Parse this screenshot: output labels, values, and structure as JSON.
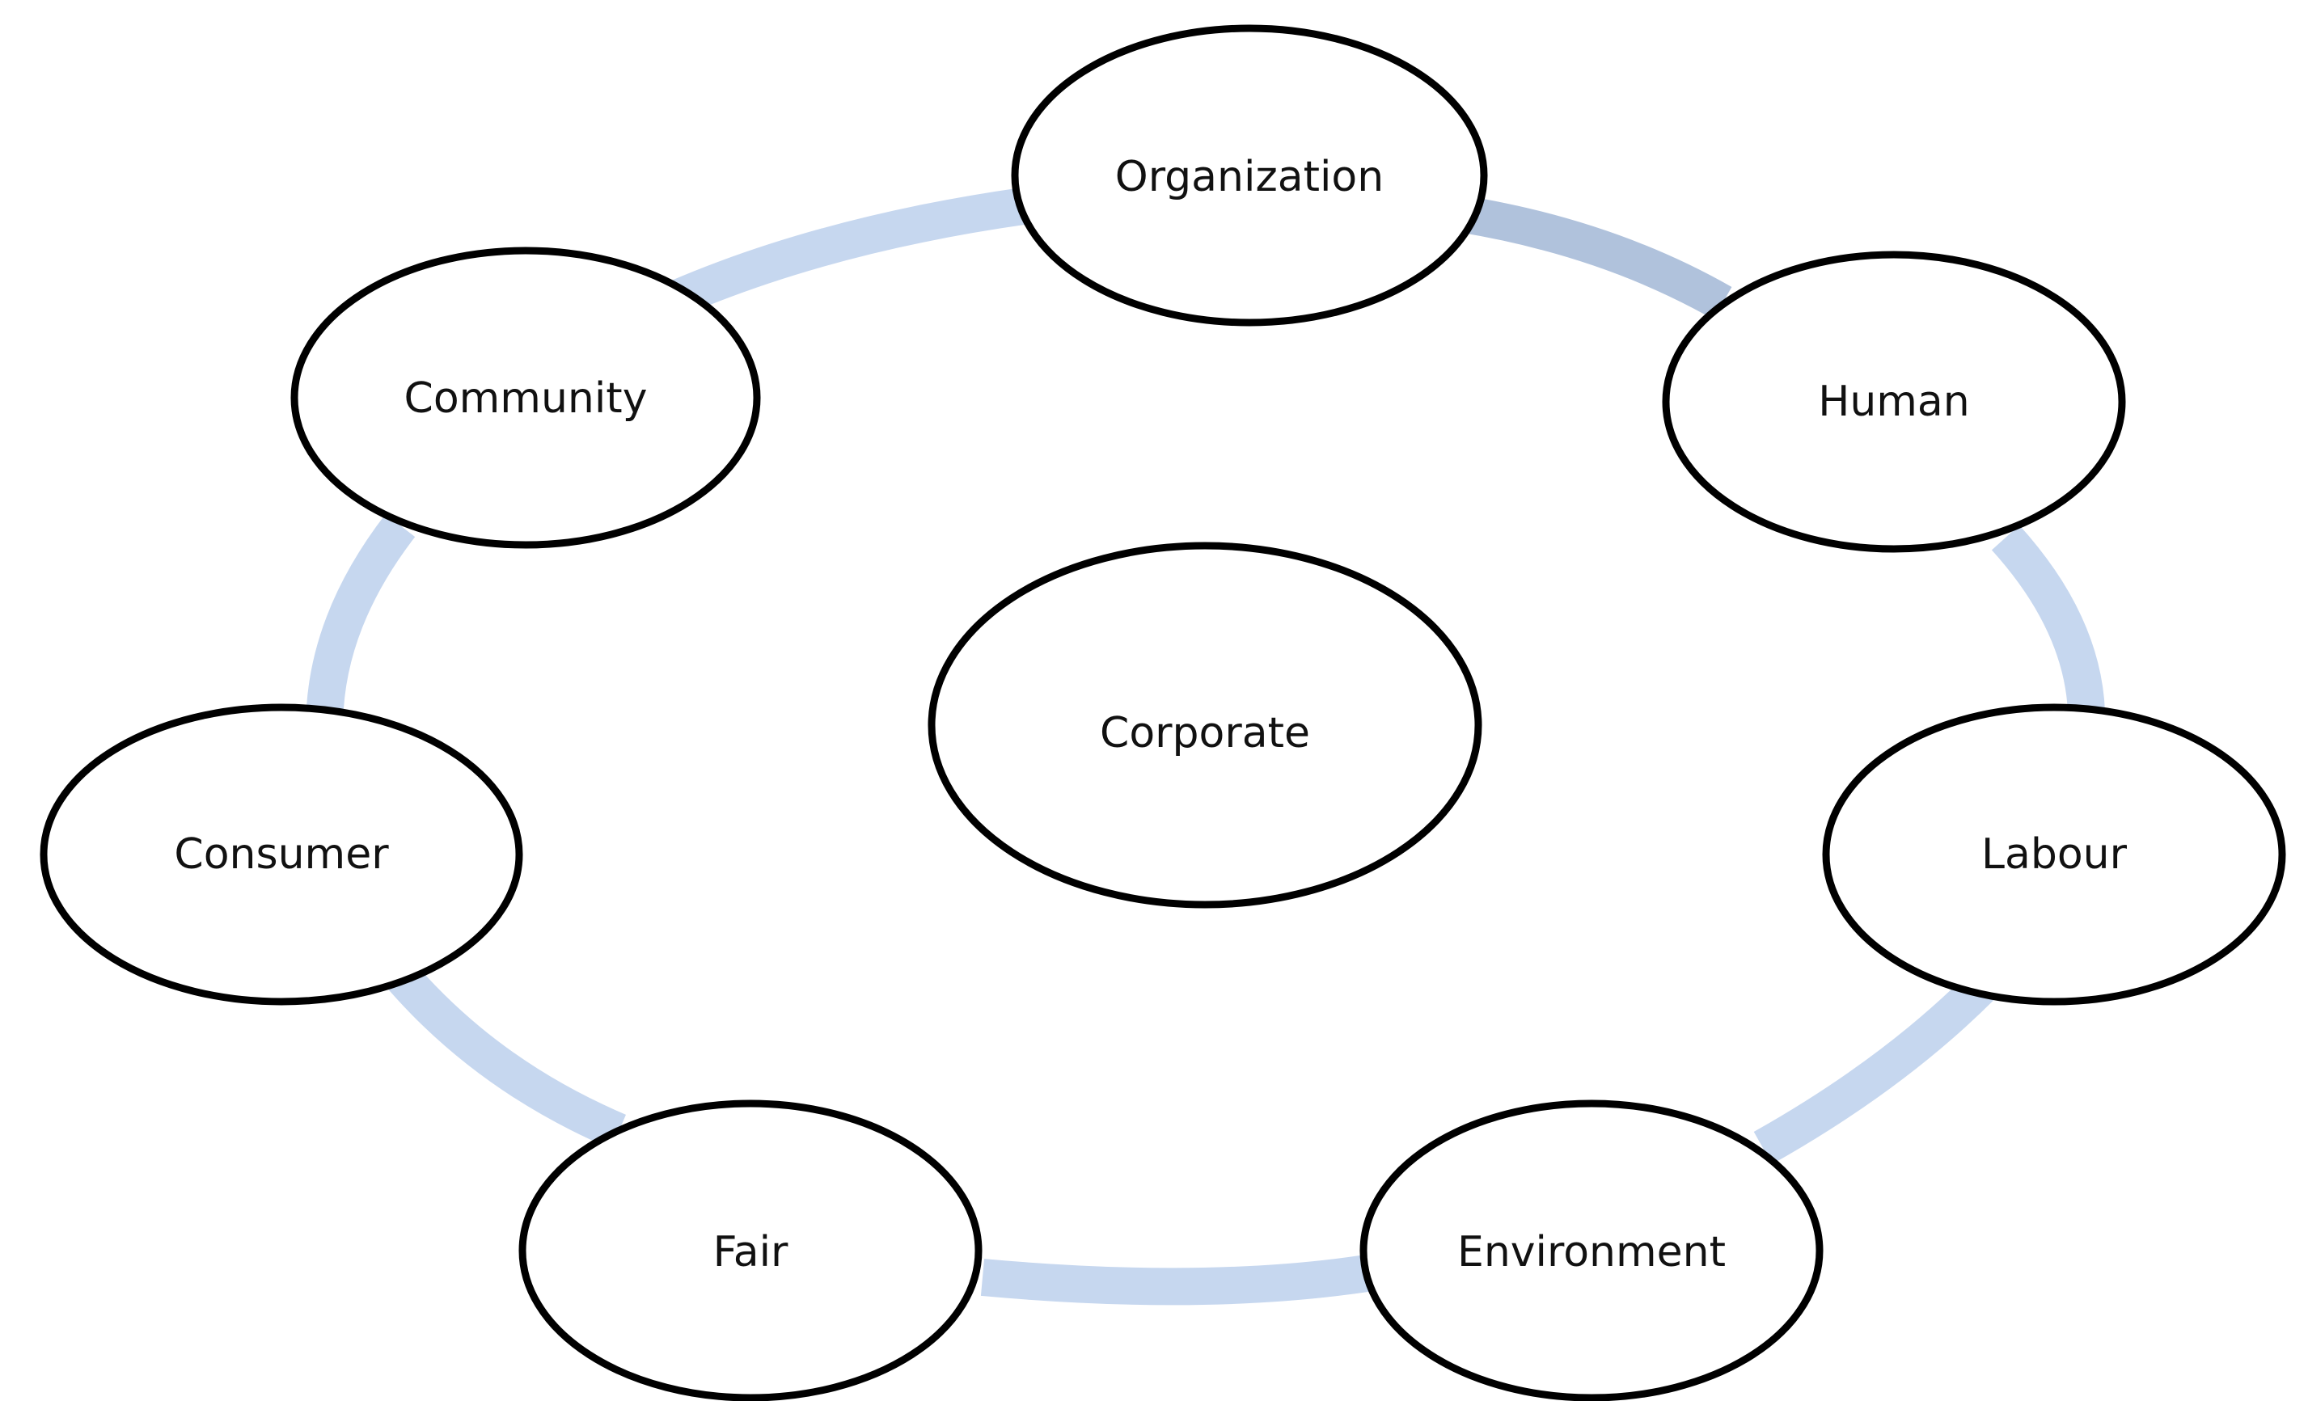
{
  "diagram": {
    "center": {
      "label": "Corporate"
    },
    "nodes": [
      {
        "id": "organization",
        "label": "Organization"
      },
      {
        "id": "human",
        "label": "Human"
      },
      {
        "id": "labour",
        "label": "Labour"
      },
      {
        "id": "environment",
        "label": "Environment"
      },
      {
        "id": "fair",
        "label": "Fair"
      },
      {
        "id": "consumer",
        "label": "Consumer"
      },
      {
        "id": "community",
        "label": "Community"
      }
    ],
    "colors": {
      "ring": "#c6d7ef",
      "ring_highlight": "#b0c2dc",
      "node_stroke": "#000000",
      "node_fill": "#ffffff",
      "text": "#111111"
    }
  }
}
